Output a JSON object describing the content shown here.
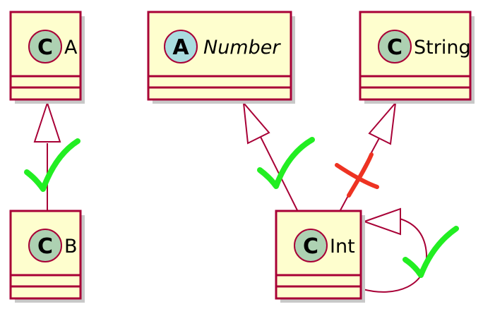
{
  "classes": [
    {
      "id": "A",
      "name": "A",
      "stereotype": "C",
      "abstract": false
    },
    {
      "id": "Number",
      "name": "Number",
      "stereotype": "A",
      "abstract": true
    },
    {
      "id": "String",
      "name": "String",
      "stereotype": "C",
      "abstract": false
    },
    {
      "id": "B",
      "name": "B",
      "stereotype": "C",
      "abstract": false
    },
    {
      "id": "Int",
      "name": "Int",
      "stereotype": "C",
      "abstract": false
    }
  ],
  "relations": [
    {
      "from": "B",
      "to": "A",
      "type": "inheritance",
      "mark": "check"
    },
    {
      "from": "Int",
      "to": "Number",
      "type": "inheritance",
      "mark": "check"
    },
    {
      "from": "Int",
      "to": "String",
      "type": "inheritance",
      "mark": "cross"
    },
    {
      "from": "Int",
      "to": "Int",
      "type": "inheritance",
      "mark": "check"
    }
  ],
  "colors": {
    "class_fill": "#FEFECE",
    "border": "#A80036",
    "class_circle": "#ADD1B2",
    "abstract_circle": "#A9DCDF",
    "check_mark": "#22EE22",
    "cross_mark": "#EE3322",
    "shadow": "#C8C8C8"
  }
}
